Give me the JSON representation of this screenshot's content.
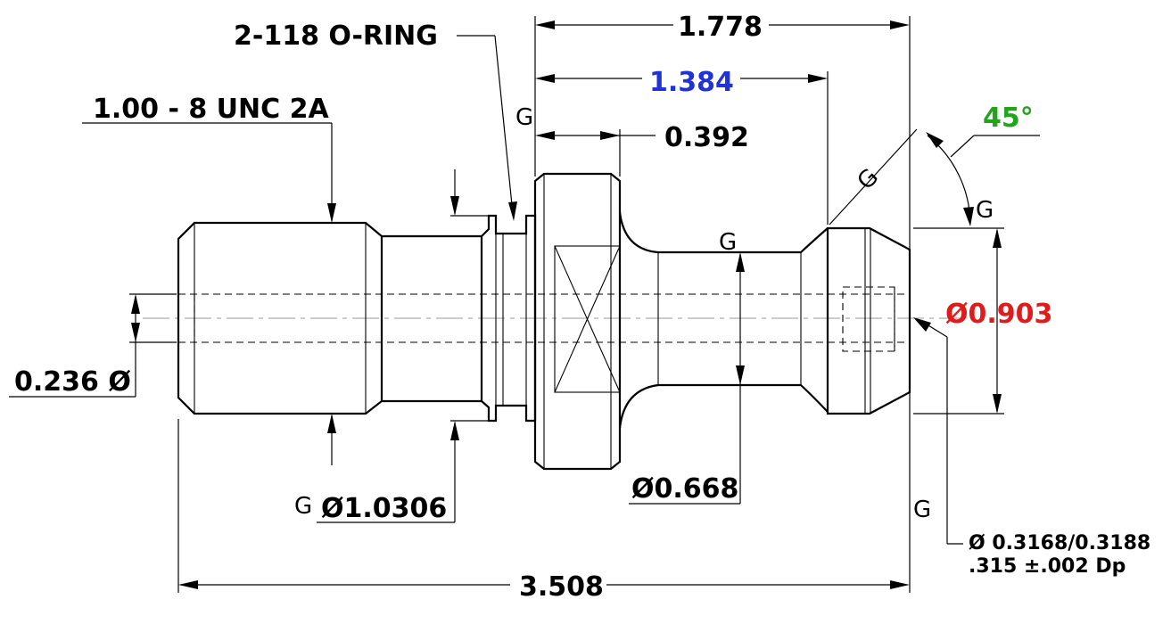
{
  "dimensions": {
    "thread_callout": "1.00 - 8 UNC 2A",
    "oring_callout": "2-118 O-RING",
    "overall_length": "3.508",
    "length_1778": "1.778",
    "length_1384": "1.384",
    "length_0392": "0.392",
    "bore_dia": "0.236 Ø",
    "groove_dia": "Ø1.0306",
    "neck_dia": "Ø0.668",
    "head_dia": "Ø0.903",
    "angle": "45°",
    "hole_dia": "Ø 0.3168/0.3188",
    "hole_depth": ".315 ±.002 Dp"
  },
  "grind_marks": {
    "g1": "G",
    "g2": "G",
    "g3": "G",
    "g4": "G",
    "g5": "G",
    "g6": "G"
  },
  "colors": {
    "line": "#000000",
    "length_1384": "#1f33d6",
    "head_dia": "#e01b1b",
    "angle": "#22a51c"
  }
}
